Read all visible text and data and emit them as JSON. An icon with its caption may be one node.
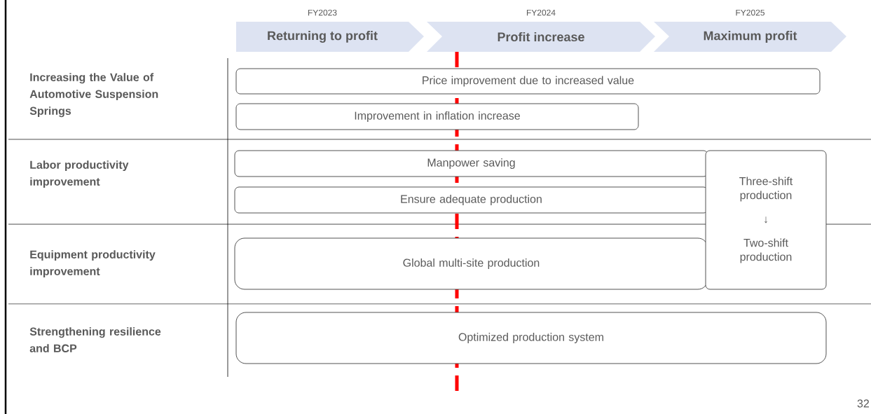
{
  "diagram": {
    "nodes": [
      {
        "text": [
          "Returning to profit"
        ],
        "beside": [
          "FY2023"
        ]
      },
      {
        "text": [
          "Profit increase"
        ],
        "beside": [
          "FY2024"
        ]
      },
      {
        "text": [
          "Maximum profit"
        ],
        "beside": [
          "FY2025"
        ]
      },
      {
        "text": [
          "Price improvement due to increased value"
        ]
      },
      {
        "text": [
          "Improvement in inflation increase"
        ]
      },
      {
        "text": [
          "Manpower saving"
        ]
      },
      {
        "text": [
          "Ensure adequate production"
        ]
      },
      {
        "text": [
          "Global multi-site production"
        ]
      },
      {
        "text": [
          "Three-shift production",
          "↓",
          "Two-shift production"
        ]
      },
      {
        "text": [
          "Optimized production system"
        ]
      }
    ],
    "edges": [],
    "labels": [
      "Increasing the Value of Automotive Suspension Springs",
      "Labor productivity improvement",
      "Equipment productivity improvement",
      "Strengthening resilience and BCP",
      "32"
    ]
  }
}
